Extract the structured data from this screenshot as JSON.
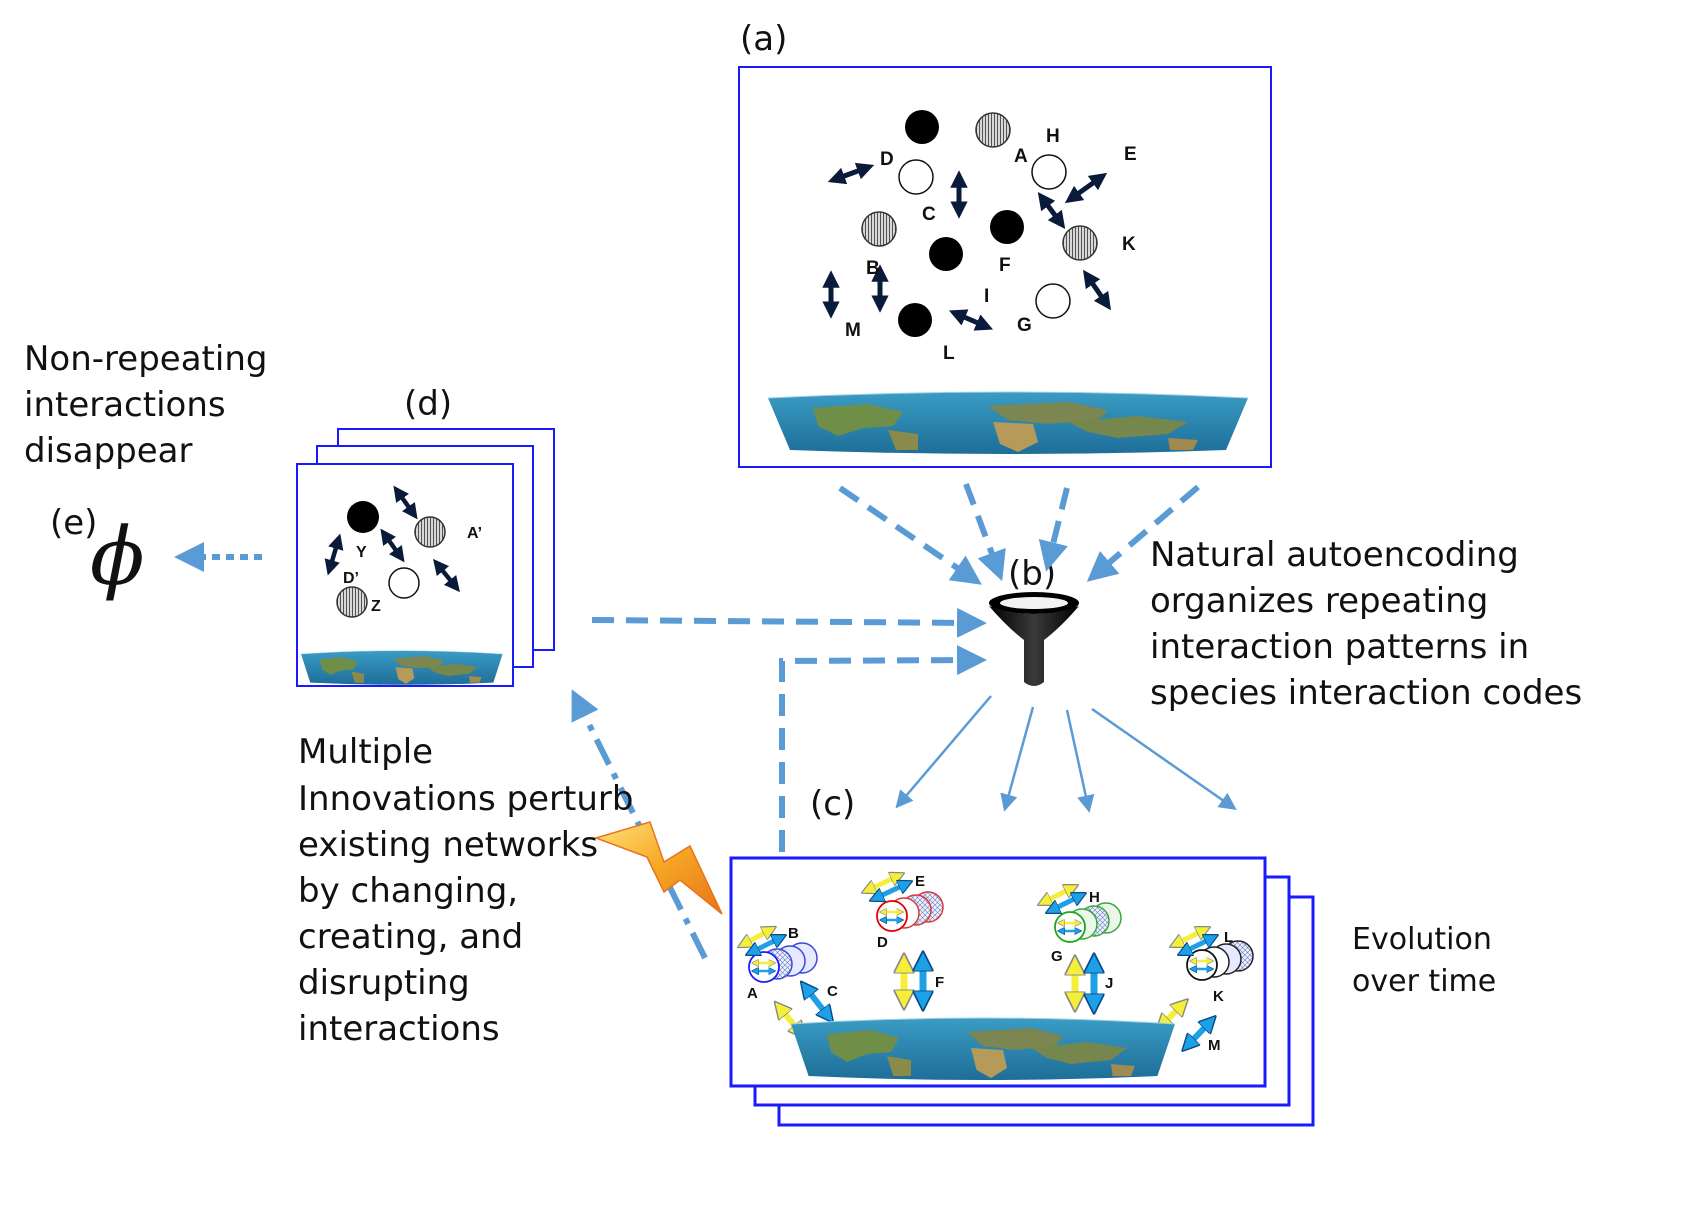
{
  "panels": {
    "a": {
      "label": "(a)",
      "species": [
        "D",
        "A",
        "H",
        "E",
        "C",
        "K",
        "B",
        "F",
        "I",
        "G",
        "M",
        "L"
      ]
    },
    "b": {
      "label": "(b)"
    },
    "c": {
      "label": "(c)",
      "species": [
        "B",
        "E",
        "H",
        "L",
        "D",
        "G",
        "A",
        "C",
        "F",
        "J",
        "K",
        "M"
      ]
    },
    "d": {
      "label": "(d)",
      "species": [
        "A’",
        "Y",
        "D’",
        "Z"
      ]
    },
    "e": {
      "label": "(e)",
      "symbol": "ϕ"
    }
  },
  "texts": {
    "nonrepeating": [
      "Non-repeating",
      "interactions",
      "disappear"
    ],
    "autoencoding": [
      "Natural autoencoding",
      "organizes repeating",
      "interaction patterns  in",
      "species interaction codes"
    ],
    "innovations": [
      "Multiple",
      "Innovations perturb",
      "existing networks",
      "by changing,",
      "creating,  and",
      "disrupting",
      "interactions"
    ],
    "evolution": [
      "Evolution",
      "over time"
    ]
  },
  "colors": {
    "frame": "#1a1aff",
    "arrow_blue": "#5b9bd5",
    "node_dark": "#000000",
    "arrow_dark": "#0a1a3a",
    "yellow_arrow": "#f5ef3a",
    "cyan_arrow": "#1ea0e6",
    "ocean": "#2f8fb8",
    "land": "#7a8a4a",
    "funnel": "#111111",
    "bolt": "#f5a623"
  },
  "icons": [
    "funnel-icon",
    "lightning-bolt-icon",
    "world-map-icon",
    "phi-symbol"
  ]
}
